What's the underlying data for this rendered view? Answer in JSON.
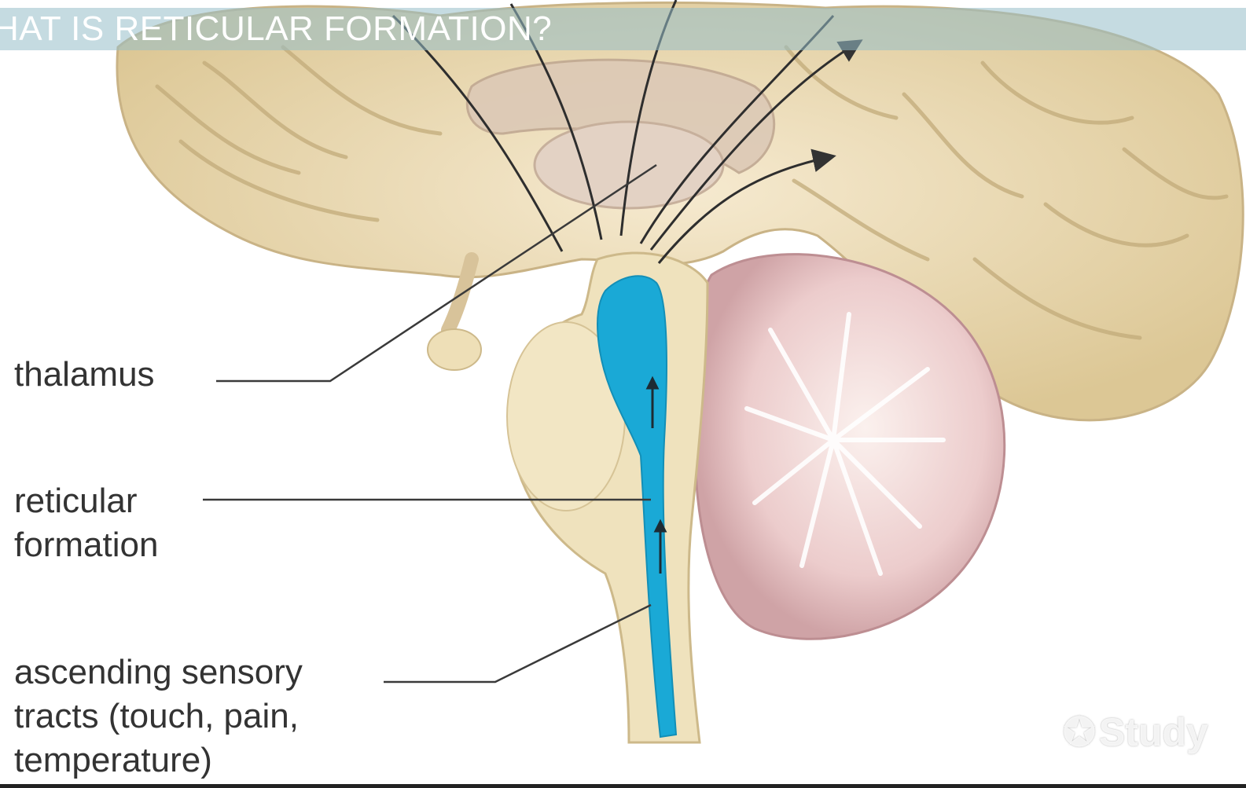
{
  "title": "HAT IS RETICULAR FORMATION?",
  "labels": {
    "thalamus": [
      "thalamus"
    ],
    "reticular_formation": [
      "reticular",
      "formation"
    ],
    "ascending_tracts": [
      "ascending sensory",
      "tracts (touch, pain,",
      "temperature)"
    ]
  },
  "watermark": {
    "glyph": "✪",
    "text": "Study"
  },
  "colors": {
    "brain": "#ecdcb0",
    "brain_shadow": "#cdb98a",
    "cerebellum": "#e9c7c7",
    "reticular": "#1aa9d6",
    "title_band": "#96bec8",
    "leader_line": "#3a3a3a"
  }
}
